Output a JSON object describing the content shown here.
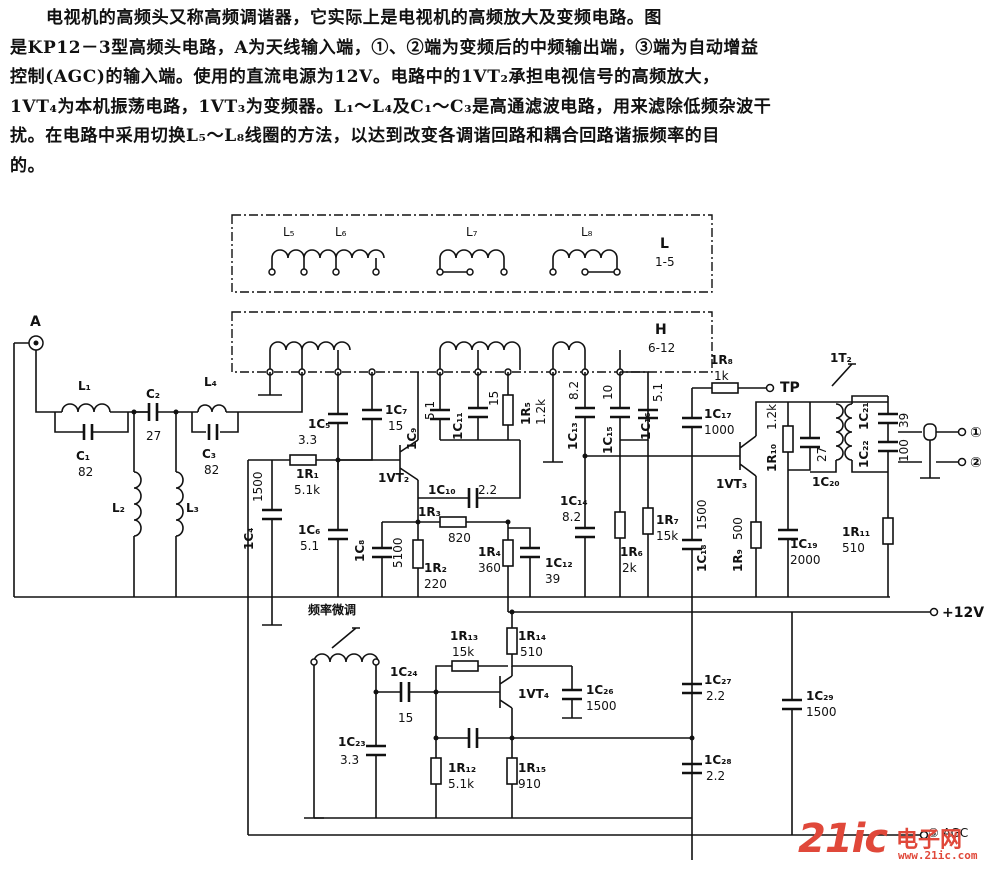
{
  "caption": {
    "line1": "电视机的高频头又称高频调谐器，它实际上是电视机的高频放大及变频电路。图",
    "line2": "是KP12－3型高频头电路，A为天线输入端，①、②端为变频后的中频输出端，③端为自动增益",
    "line3": "控制(AGC)的输入端。使用的直流电源为12V。电路中的1VT₂承担电视信号的高频放大，",
    "line4": "1VT₄为本机振荡电路，1VT₃为变频器。L₁～L₄及C₁～C₃是高通滤波电路，用来滤除低频杂波干",
    "line5": "扰。在电路中采用切换L₅～L₈线圈的方法，以达到改变各调谐回路和耦合回路谐振频率的目",
    "line6": "的。"
  },
  "modules": {
    "L_box": {
      "name": "L",
      "range": "1-5",
      "coils": [
        "L₅",
        "L₆",
        "L₇",
        "L₈"
      ]
    },
    "H_box": {
      "name": "H",
      "range": "6-12"
    }
  },
  "terminals": {
    "antenna": "A",
    "tp": "TP",
    "out1": "①",
    "out2": "②",
    "supply": "+12V",
    "agc": "③ AGC"
  },
  "inductors": {
    "L1": "L₁",
    "L2": "L₂",
    "L3": "L₃",
    "L4": "L₄",
    "T2": "1T₂",
    "freq_adjust": "频率微调"
  },
  "capacitors": {
    "C1": {
      "name": "C₁",
      "value": "82"
    },
    "C2": {
      "name": "C₂",
      "value": "27"
    },
    "C3": {
      "name": "C₃",
      "value": "82"
    },
    "C4": {
      "name": "1C₄",
      "value": "1500"
    },
    "C5": {
      "name": "1C₅",
      "value": "3.3"
    },
    "C6": {
      "name": "1C₆",
      "value": "5.1"
    },
    "C7": {
      "name": "1C₇",
      "value": "15"
    },
    "C8": {
      "name": "1C₈",
      "value": "5100"
    },
    "C9": {
      "name": "1C₉",
      "value": "5.1"
    },
    "C10": {
      "name": "1C₁₀",
      "value": "2.2"
    },
    "C11": {
      "name": "1C₁₁",
      "value": "15"
    },
    "C12": {
      "name": "1C₁₂",
      "value": "39"
    },
    "C13": {
      "name": "1C₁₃",
      "value": "8.2"
    },
    "C14": {
      "name": "1C₁₄",
      "value": "8.2"
    },
    "C15": {
      "name": "1C₁₅",
      "value": "10"
    },
    "C16": {
      "name": "1C₁₆",
      "value": "5.1"
    },
    "C17": {
      "name": "1C₁₇",
      "value": "1000"
    },
    "C18": {
      "name": "1C₁₈",
      "value": "1500"
    },
    "C19": {
      "name": "1C₁₉",
      "value": "2000"
    },
    "C20": {
      "name": "1C₂₀",
      "value": "27"
    },
    "C21": {
      "name": "1C₂₁",
      "value": "39"
    },
    "C22": {
      "name": "1C₂₂",
      "value": "100"
    },
    "C23": {
      "name": "1C₂₃",
      "value": "3.3"
    },
    "C24": {
      "name": "1C₂₄",
      "value": "15"
    },
    "C26": {
      "name": "1C₂₆",
      "value": "1500"
    },
    "C27": {
      "name": "1C₂₇",
      "value": "2.2"
    },
    "C28": {
      "name": "1C₂₈",
      "value": "2.2"
    },
    "C29": {
      "name": "1C₂₉",
      "value": "1500"
    }
  },
  "resistors": {
    "R1": {
      "name": "1R₁",
      "value": "5.1k"
    },
    "R2": {
      "name": "1R₂",
      "value": "220"
    },
    "R3": {
      "name": "1R₃",
      "value": "820"
    },
    "R4": {
      "name": "1R₄",
      "value": "360"
    },
    "R5": {
      "name": "1R₅",
      "value": "1.2k"
    },
    "R6": {
      "name": "1R₆",
      "value": "2k"
    },
    "R7": {
      "name": "1R₇",
      "value": "15k"
    },
    "R8": {
      "name": "1R₈",
      "value": "1k"
    },
    "R9": {
      "name": "1R₉",
      "value": "500"
    },
    "R10": {
      "name": "1R₁₀",
      "value": "1.2k"
    },
    "R11": {
      "name": "1R₁₁",
      "value": "510"
    },
    "R12": {
      "name": "1R₁₂",
      "value": "5.1k"
    },
    "R13": {
      "name": "1R₁₃",
      "value": "15k"
    },
    "R14": {
      "name": "1R₁₄",
      "value": "510"
    },
    "R15": {
      "name": "1R₁₅",
      "value": "910"
    }
  },
  "transistors": {
    "VT2": "1VT₂",
    "VT3": "1VT₃",
    "VT4": "1VT₄"
  },
  "watermark": {
    "brand": "21ic",
    "cn": "电子网",
    "url": "www.21ic.com"
  }
}
